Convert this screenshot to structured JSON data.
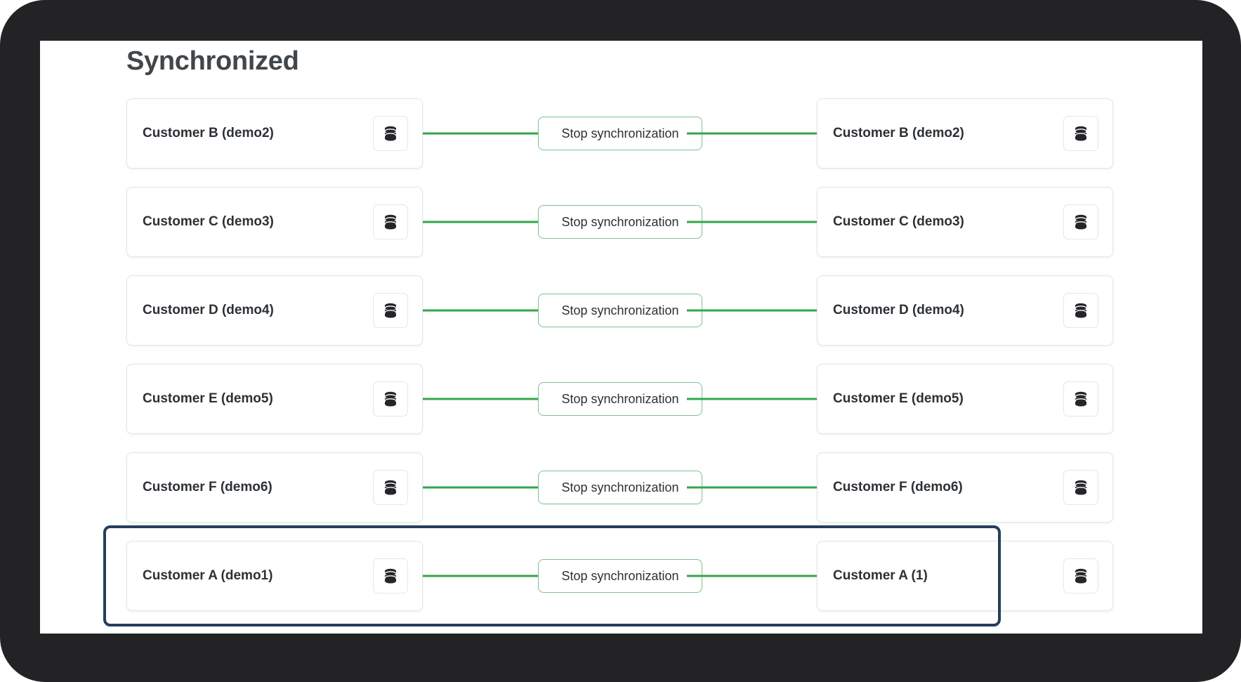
{
  "colors": {
    "bezel": "#232325",
    "page_background": "#ffffff",
    "heading": "#41464a",
    "card_border": "#e3e5e7",
    "connector_green": "#33a64c",
    "stop_button_border": "#7ec08c",
    "highlight_outline": "#263e5d",
    "label_text": "#2c3136"
  },
  "header": {
    "title": "Synchronized"
  },
  "icons": {
    "database": "database-icon"
  },
  "rows": [
    {
      "source": {
        "label": "Customer B (demo2)",
        "icon": "database-icon"
      },
      "action": {
        "label": "Stop synchronization"
      },
      "target": {
        "label": "Customer B (demo2)",
        "icon": "database-icon"
      },
      "highlighted": false
    },
    {
      "source": {
        "label": "Customer C (demo3)",
        "icon": "database-icon"
      },
      "action": {
        "label": "Stop synchronization"
      },
      "target": {
        "label": "Customer C (demo3)",
        "icon": "database-icon"
      },
      "highlighted": false
    },
    {
      "source": {
        "label": "Customer D (demo4)",
        "icon": "database-icon"
      },
      "action": {
        "label": "Stop synchronization"
      },
      "target": {
        "label": "Customer D (demo4)",
        "icon": "database-icon"
      },
      "highlighted": false
    },
    {
      "source": {
        "label": "Customer E (demo5)",
        "icon": "database-icon"
      },
      "action": {
        "label": "Stop synchronization"
      },
      "target": {
        "label": "Customer E (demo5)",
        "icon": "database-icon"
      },
      "highlighted": false
    },
    {
      "source": {
        "label": "Customer F (demo6)",
        "icon": "database-icon"
      },
      "action": {
        "label": "Stop synchronization"
      },
      "target": {
        "label": "Customer F (demo6)",
        "icon": "database-icon"
      },
      "highlighted": false
    },
    {
      "source": {
        "label": "Customer A (demo1)",
        "icon": "database-icon"
      },
      "action": {
        "label": "Stop synchronization"
      },
      "target": {
        "label": "Customer A (1)",
        "icon": "database-icon"
      },
      "highlighted": true
    }
  ]
}
